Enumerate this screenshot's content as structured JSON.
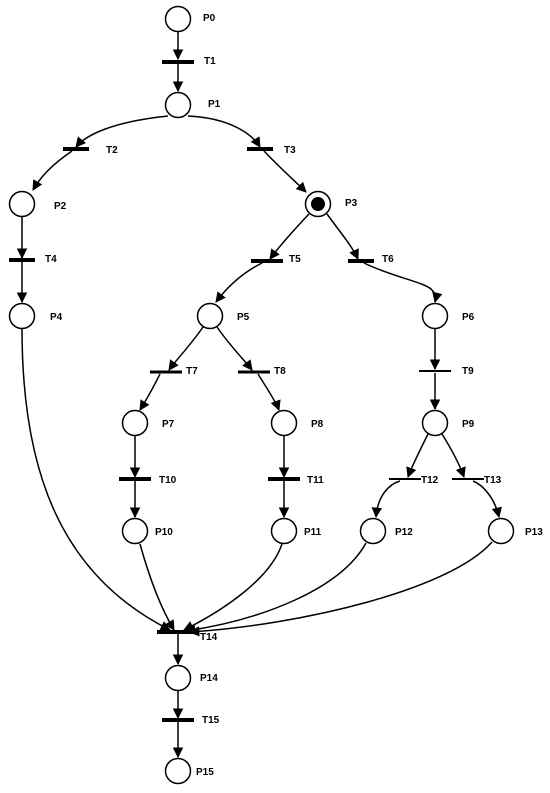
{
  "diagram": {
    "places": [
      {
        "id": "P0",
        "label": "P0",
        "tokens": 0
      },
      {
        "id": "P1",
        "label": "P1",
        "tokens": 0
      },
      {
        "id": "P2",
        "label": "P2",
        "tokens": 0
      },
      {
        "id": "P3",
        "label": "P3",
        "tokens": 1
      },
      {
        "id": "P4",
        "label": "P4",
        "tokens": 0
      },
      {
        "id": "P5",
        "label": "P5",
        "tokens": 0
      },
      {
        "id": "P6",
        "label": "P6",
        "tokens": 0
      },
      {
        "id": "P7",
        "label": "P7",
        "tokens": 0
      },
      {
        "id": "P8",
        "label": "P8",
        "tokens": 0
      },
      {
        "id": "P9",
        "label": "P9",
        "tokens": 0
      },
      {
        "id": "P10",
        "label": "P10",
        "tokens": 0
      },
      {
        "id": "P11",
        "label": "P11",
        "tokens": 0
      },
      {
        "id": "P12",
        "label": "P12",
        "tokens": 0
      },
      {
        "id": "P13",
        "label": "P13",
        "tokens": 0
      },
      {
        "id": "P14",
        "label": "P14",
        "tokens": 0
      },
      {
        "id": "P15",
        "label": "P15",
        "tokens": 0
      }
    ],
    "transitions": [
      {
        "id": "T1",
        "label": "T1"
      },
      {
        "id": "T2",
        "label": "T2"
      },
      {
        "id": "T3",
        "label": "T3"
      },
      {
        "id": "T4",
        "label": "T4"
      },
      {
        "id": "T5",
        "label": "T5"
      },
      {
        "id": "T6",
        "label": "T6"
      },
      {
        "id": "T7",
        "label": "T7"
      },
      {
        "id": "T8",
        "label": "T8"
      },
      {
        "id": "T9",
        "label": "T9"
      },
      {
        "id": "T10",
        "label": "T10"
      },
      {
        "id": "T11",
        "label": "T11"
      },
      {
        "id": "T12",
        "label": "T12"
      },
      {
        "id": "T13",
        "label": "T13"
      },
      {
        "id": "T14",
        "label": "T14"
      },
      {
        "id": "T15",
        "label": "T15"
      }
    ],
    "arcs": [
      [
        "P0",
        "T1"
      ],
      [
        "T1",
        "P1"
      ],
      [
        "P1",
        "T2"
      ],
      [
        "P1",
        "T3"
      ],
      [
        "T2",
        "P2"
      ],
      [
        "T3",
        "P3"
      ],
      [
        "P2",
        "T4"
      ],
      [
        "T4",
        "P4"
      ],
      [
        "P3",
        "T5"
      ],
      [
        "P3",
        "T6"
      ],
      [
        "T5",
        "P5"
      ],
      [
        "T6",
        "P6"
      ],
      [
        "P5",
        "T7"
      ],
      [
        "P5",
        "T8"
      ],
      [
        "T7",
        "P7"
      ],
      [
        "T8",
        "P8"
      ],
      [
        "P6",
        "T9"
      ],
      [
        "T9",
        "P9"
      ],
      [
        "P7",
        "T10"
      ],
      [
        "T10",
        "P10"
      ],
      [
        "P8",
        "T11"
      ],
      [
        "T11",
        "P11"
      ],
      [
        "P9",
        "T12"
      ],
      [
        "P9",
        "T13"
      ],
      [
        "T12",
        "P12"
      ],
      [
        "T13",
        "P13"
      ],
      [
        "P4",
        "T14"
      ],
      [
        "P10",
        "T14"
      ],
      [
        "P11",
        "T14"
      ],
      [
        "P12",
        "T14"
      ],
      [
        "P13",
        "T14"
      ],
      [
        "T14",
        "P14"
      ],
      [
        "P14",
        "T15"
      ],
      [
        "T15",
        "P15"
      ]
    ],
    "colors": {
      "stroke": "#000000",
      "token": "#000000",
      "background": "#ffffff"
    }
  }
}
